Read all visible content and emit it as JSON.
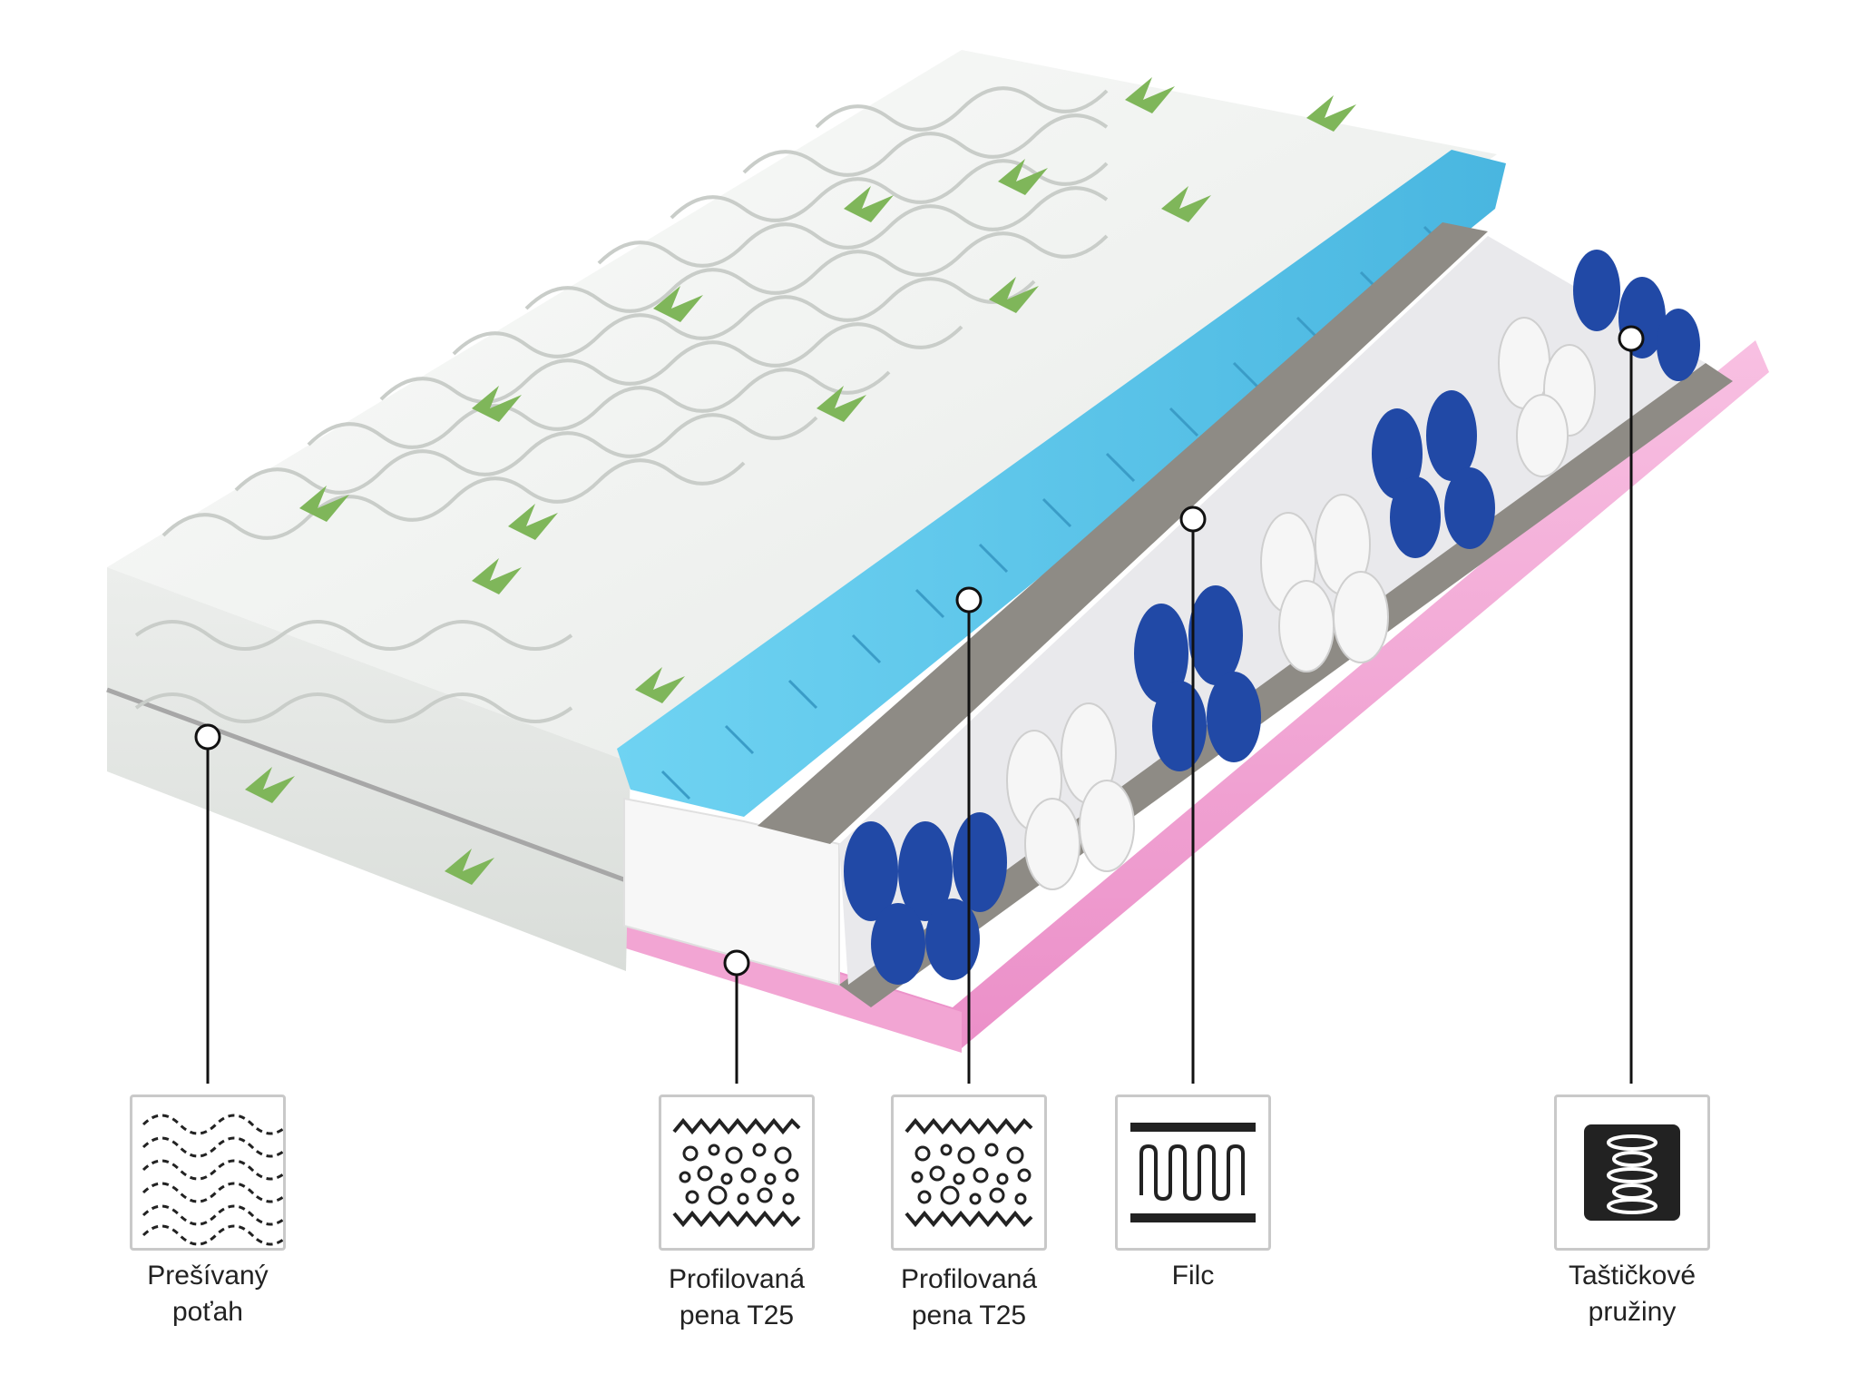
{
  "layers": [
    {
      "id": "quilted-cover",
      "icon": "quilted-wave-icon",
      "line1": "Prešívaný",
      "line2": "poťah"
    },
    {
      "id": "profiled-foam-bottom",
      "icon": "foam-profile-icon",
      "line1": "Profilovaná",
      "line2": "pena T25"
    },
    {
      "id": "profiled-foam-top",
      "icon": "foam-profile-icon",
      "line1": "Profilovaná",
      "line2": "pena T25"
    },
    {
      "id": "felt",
      "icon": "felt-icon",
      "line1": "Filc",
      "line2": ""
    },
    {
      "id": "pocket-springs",
      "icon": "pocket-spring-icon",
      "line1": "Taštičkové",
      "line2": "pružiny"
    }
  ],
  "colors": {
    "cover": "#f1f3f1",
    "cover_shade": "#dfe3df",
    "blue_foam": "#5ec3e6",
    "pink_foam": "#f3a7d5",
    "felt": "#8e8b85",
    "spring_blue": "#2149a6",
    "spring_white": "#f6f6f6",
    "leader": "#111111"
  }
}
